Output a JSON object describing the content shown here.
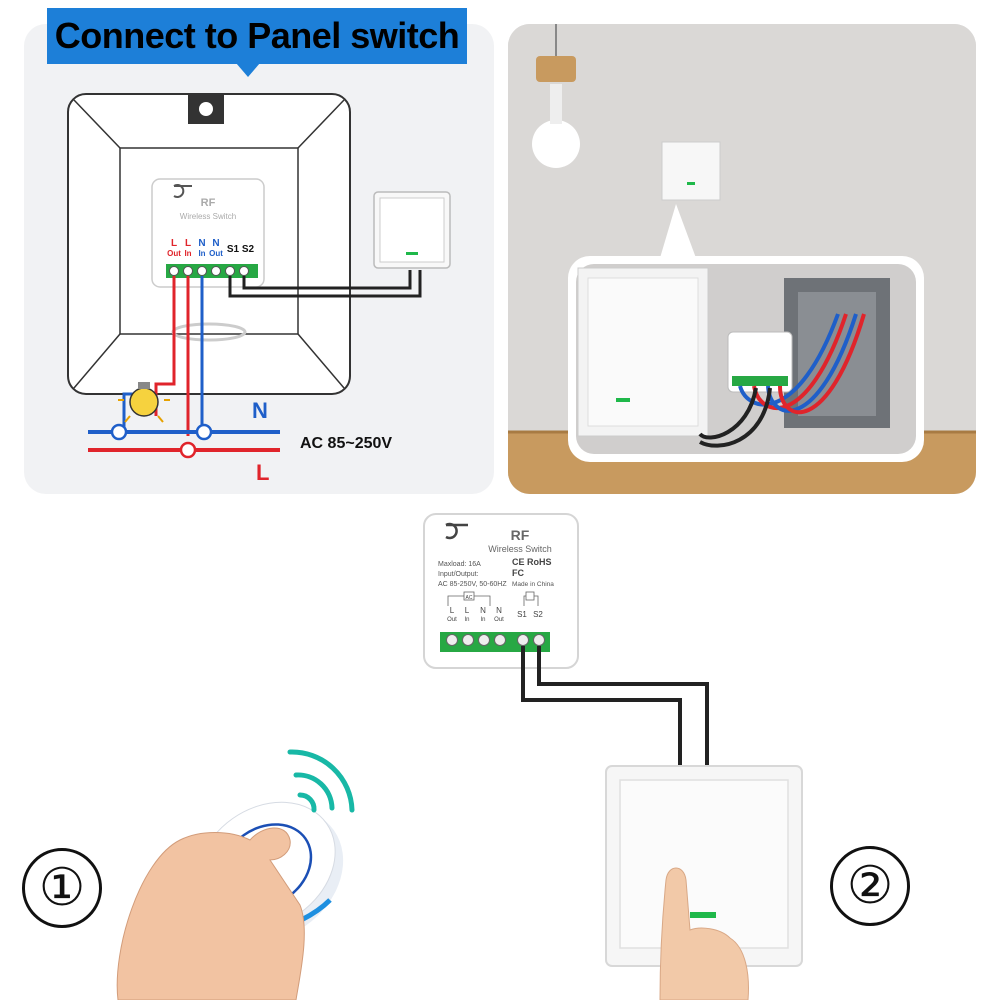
{
  "title": "Connect to Panel switch",
  "module": {
    "brand": "RF",
    "subtitle": "Wireless Switch",
    "terminals_top": [
      "L",
      "L",
      "N",
      "N",
      "S1",
      "S2"
    ],
    "terminals_sub": [
      "Out",
      "In",
      "In",
      "Out"
    ],
    "maxload": "Maxload: 16A",
    "io_label": "Input/Output:",
    "io_value": "AC 85-250V, 50-60HZ",
    "ac_label": "AC",
    "cert1": "CE RoHS",
    "cert2": "FC",
    "made_in": "Made in China"
  },
  "wiring": {
    "neutral_label": "N",
    "live_label": "L",
    "voltage_label": "AC 85~250V"
  },
  "methods": [
    "①",
    "②"
  ],
  "colors": {
    "banner": "#1d7fd8",
    "live_wire": "#e0242b",
    "neutral_wire": "#1f5fc9",
    "terminal_green": "#27a844",
    "indicator_green": "#1fb84a",
    "signal_teal": "#18b8a6"
  }
}
